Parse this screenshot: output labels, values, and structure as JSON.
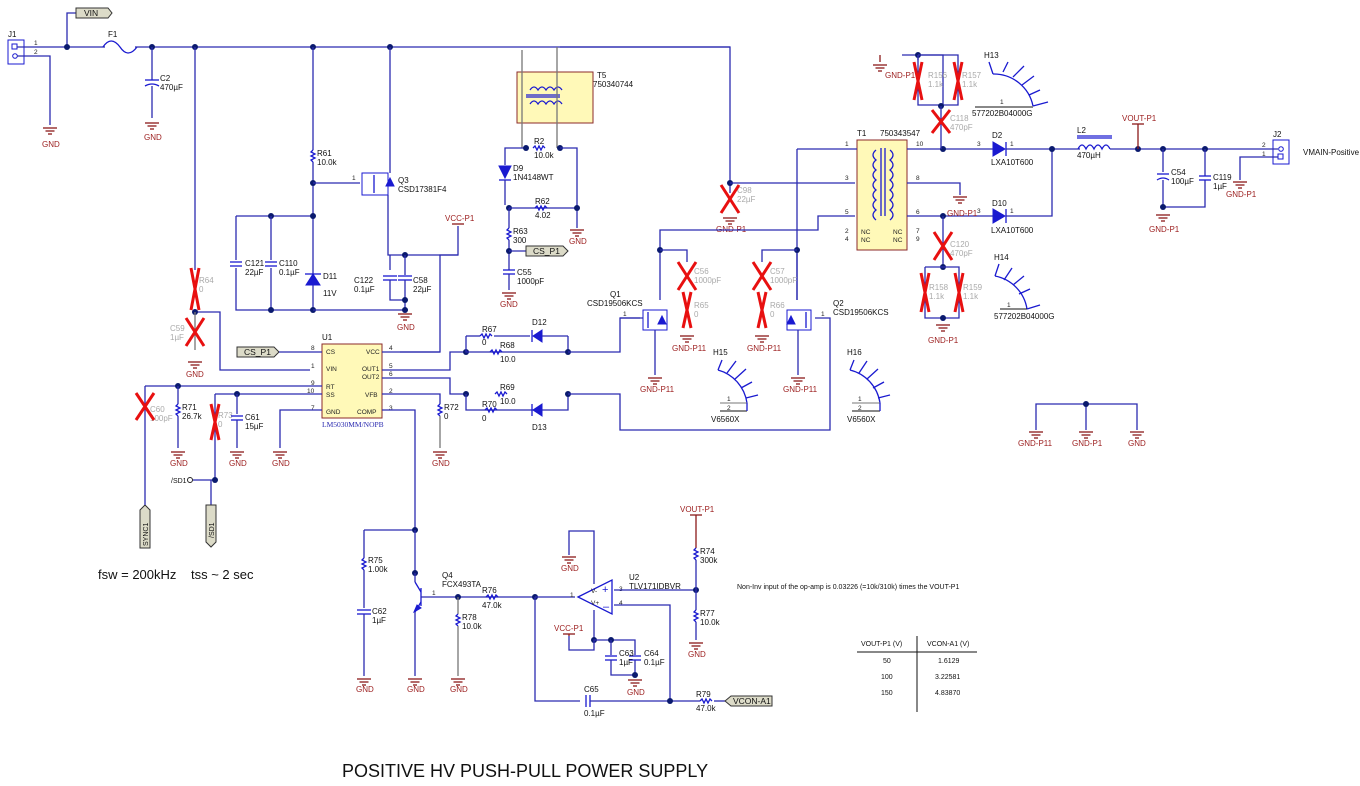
{
  "title": "POSITIVE HV PUSH-PULL POWER SUPPLY",
  "notes": {
    "fsw": "fsw = 200kHz",
    "tss": "tss ~ 2 sec",
    "opamp_note": "Non-Inv input of the op-amp is 0.03226 (=10k/310k) times the VOUT-P1"
  },
  "net_flags": {
    "vin": "VIN",
    "cs_p1_a": "CS_P1",
    "cs_p1_b": "CS_P1",
    "sync1": "SYNC1",
    "sd1": "/SD1",
    "sd1_label": "/SD1",
    "vcon_a1": "VCON-A1",
    "vmain": "VMAIN-Positive"
  },
  "power_labels": {
    "gnd": "GND",
    "gnd_p1": "GND-P1",
    "gnd_p11": "GND-P11",
    "vcc_p1": "VCC-P1",
    "vout_p1": "VOUT-P1"
  },
  "components": {
    "J1": {
      "ref": "J1",
      "pin1": "1",
      "pin2": "2"
    },
    "J2": {
      "ref": "J2",
      "pin1": "1",
      "pin2": "2"
    },
    "F1": {
      "ref": "F1"
    },
    "C2": {
      "ref": "C2",
      "value": "470µF"
    },
    "R61": {
      "ref": "R61",
      "value": "10.0k"
    },
    "Q3": {
      "ref": "Q3",
      "value": "CSD17381F4"
    },
    "C121": {
      "ref": "C121",
      "value": "22µF"
    },
    "C110": {
      "ref": "C110",
      "value": "0.1µF"
    },
    "D11": {
      "ref": "D11",
      "value": "11V"
    },
    "C122": {
      "ref": "C122",
      "value": "0.1µF"
    },
    "C58": {
      "ref": "C58",
      "value": "22µF"
    },
    "R64": {
      "ref": "R64",
      "value": "0"
    },
    "C59": {
      "ref": "C59",
      "value": "1µF"
    },
    "T5": {
      "ref": "T5",
      "value": "750340744"
    },
    "R2": {
      "ref": "R2",
      "value": "10.0k"
    },
    "D9": {
      "ref": "D9",
      "value": "1N4148WT"
    },
    "R62": {
      "ref": "R62",
      "value": "4.02"
    },
    "R63": {
      "ref": "R63",
      "value": "300"
    },
    "C55": {
      "ref": "C55",
      "value": "1000pF"
    },
    "C98": {
      "ref": "C98",
      "value": "22µF"
    },
    "T1": {
      "ref": "T1",
      "value": "750343547"
    },
    "R156": {
      "ref": "R156",
      "value": "1.1k"
    },
    "R157": {
      "ref": "R157",
      "value": "1.1k"
    },
    "C118": {
      "ref": "C118",
      "value": "470pF"
    },
    "H13": {
      "ref": "H13",
      "value": "577202B04000G"
    },
    "H14": {
      "ref": "H14",
      "value": "577202B04000G"
    },
    "D2": {
      "ref": "D2",
      "value": "LXA10T600"
    },
    "D10": {
      "ref": "D10",
      "value": "LXA10T600"
    },
    "L2": {
      "ref": "L2",
      "value": "470µH"
    },
    "C54": {
      "ref": "C54",
      "value": "100µF"
    },
    "C119": {
      "ref": "C119",
      "value": "1µF"
    },
    "C120": {
      "ref": "C120",
      "value": "470pF"
    },
    "R158": {
      "ref": "R158",
      "value": "1.1k"
    },
    "R159": {
      "ref": "R159",
      "value": "1.1k"
    },
    "U1": {
      "ref": "U1",
      "value": "LM5030MM/NOPB",
      "pins_left": [
        {
          "num": "8",
          "name": "CS"
        },
        {
          "num": "1",
          "name": "VIN"
        },
        {
          "num": "9",
          "name": "RT"
        },
        {
          "num": "10",
          "name": "SS"
        },
        {
          "num": "7",
          "name": "GND"
        }
      ],
      "pins_right": [
        {
          "num": "4",
          "name": "VCC"
        },
        {
          "num": "5",
          "name": "OUT1"
        },
        {
          "num": "6",
          "name": "OUT2"
        },
        {
          "num": "2",
          "name": "VFB"
        },
        {
          "num": "3",
          "name": "COMP"
        }
      ]
    },
    "R67": {
      "ref": "R67",
      "value": "0"
    },
    "R68": {
      "ref": "R68",
      "value": "10.0"
    },
    "D12": {
      "ref": "D12"
    },
    "R69": {
      "ref": "R69",
      "value": "10.0"
    },
    "R70": {
      "ref": "R70",
      "value": "0"
    },
    "D13": {
      "ref": "D13"
    },
    "R72": {
      "ref": "R72",
      "value": "0"
    },
    "Q1": {
      "ref": "Q1",
      "value": "CSD19506KCS"
    },
    "Q2": {
      "ref": "Q2",
      "value": "CSD19506KCS"
    },
    "C56": {
      "ref": "C56",
      "value": "1000pF"
    },
    "C57": {
      "ref": "C57",
      "value": "1000pF"
    },
    "R65": {
      "ref": "R65",
      "value": "0"
    },
    "R66": {
      "ref": "R66",
      "value": "0"
    },
    "H15": {
      "ref": "H15",
      "value": "V6560X"
    },
    "H16": {
      "ref": "H16",
      "value": "V6560X"
    },
    "C60": {
      "ref": "C60",
      "value": "100pF"
    },
    "R71": {
      "ref": "R71",
      "value": "26.7k"
    },
    "R73": {
      "ref": "R73",
      "value": "0"
    },
    "C61": {
      "ref": "C61",
      "value": "15µF"
    },
    "R75": {
      "ref": "R75",
      "value": "1.00k"
    },
    "C62": {
      "ref": "C62",
      "value": "1µF"
    },
    "Q4": {
      "ref": "Q4",
      "value": "FCX493TA"
    },
    "R76": {
      "ref": "R76",
      "value": "47.0k"
    },
    "R78": {
      "ref": "R78",
      "value": "10.0k"
    },
    "U2": {
      "ref": "U2",
      "value": "TLV171IDBVR"
    },
    "R74": {
      "ref": "R74",
      "value": "300k"
    },
    "R77": {
      "ref": "R77",
      "value": "10.0k"
    },
    "C63": {
      "ref": "C63",
      "value": "1µF"
    },
    "C64": {
      "ref": "C64",
      "value": "0.1µF"
    },
    "C65": {
      "ref": "C65",
      "value": "0.1µF"
    },
    "R79": {
      "ref": "R79",
      "value": "47.0k"
    }
  },
  "table": {
    "headers": [
      "VOUT-P1 (V)",
      "VCON-A1 (V)"
    ],
    "rows": [
      [
        "50",
        "1.6129"
      ],
      [
        "100",
        "3.22581"
      ],
      [
        "150",
        "4.83870"
      ]
    ]
  }
}
